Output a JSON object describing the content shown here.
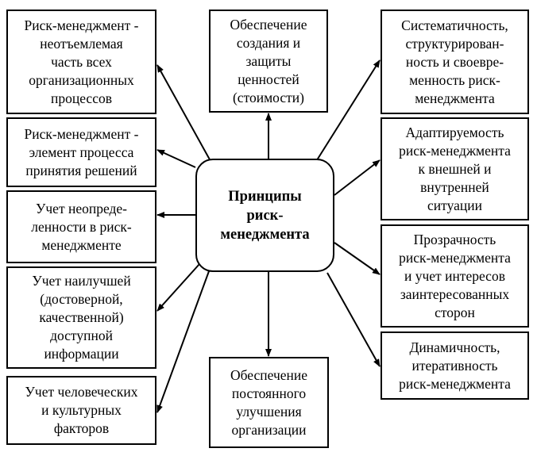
{
  "center": {
    "label": "Принципы\nриск-\nменеджмента"
  },
  "principles": [
    {
      "text": "Риск-менеджмент -\nнеотъемлемая\nчасть всех\nорганизационных\nпроцессов"
    },
    {
      "text": "Обеспечение\nсоздания и\nзащиты\nценностей\n(стоимости)"
    },
    {
      "text": "Систематичность,\nструктурирован-\nность и своевре-\nменность риск-\nменеджмента"
    },
    {
      "text": "Риск-менеджмент -\nэлемент процесса\nпринятия решений"
    },
    {
      "text": "Адаптируемость\nриск-менеджмента\nк внешней и\nвнутренней\nситуации"
    },
    {
      "text": "Учет неопреде-\nленности в риск-\nменеджменте"
    },
    {
      "text": "Прозрачность\nриск-менеджмента\nи учет интересов\nзаинтересованных\nсторон"
    },
    {
      "text": "Учет наилучшей\n(достоверной,\nкачественной)\nдоступной\nинформации"
    },
    {
      "text": "Динамичность,\nитеративность\nриск-менеджмента"
    },
    {
      "text": "Учет человеческих\nи культурных\nфакторов"
    },
    {
      "text": "Обеспечение\nпостоянного\nулучшения\nорганизации"
    }
  ]
}
